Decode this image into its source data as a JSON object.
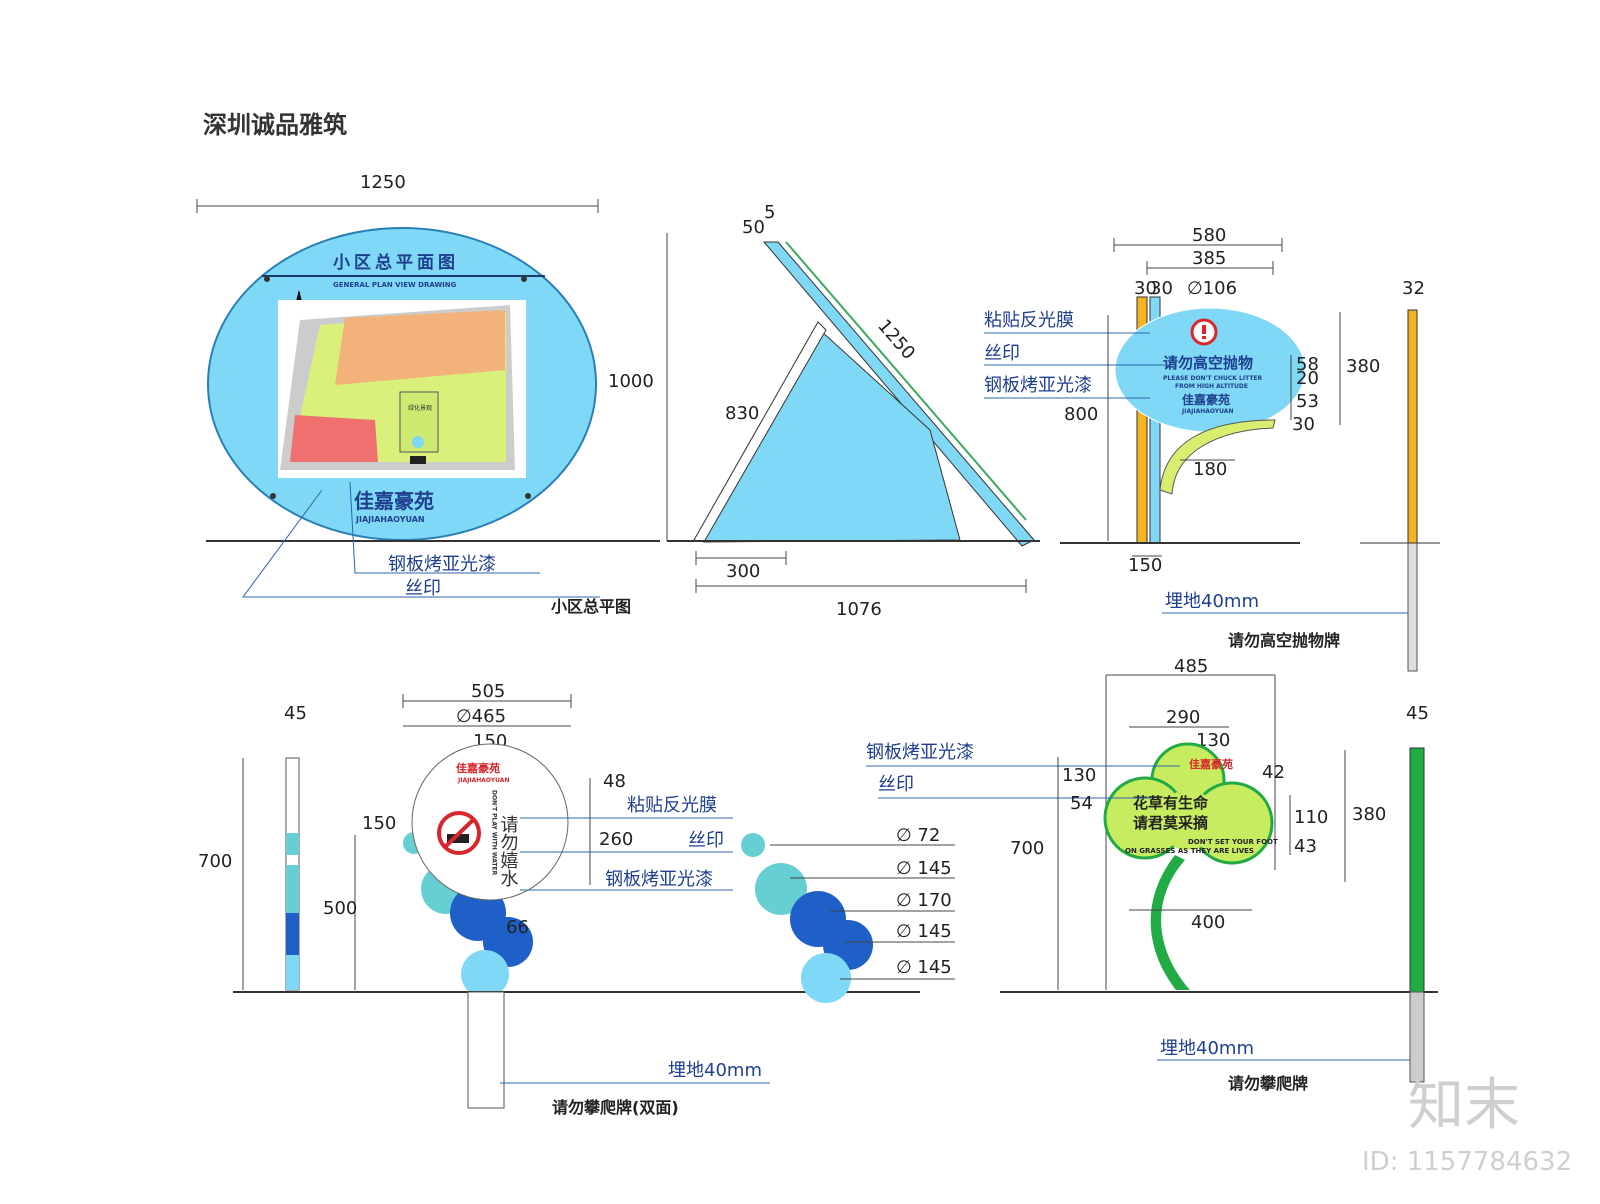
{
  "page_title": "深圳诚品雅筑",
  "colors": {
    "sky": "#7fd8f5",
    "blue": "#1e5fc8",
    "teal": "#66cfd4",
    "orange": "#f4a840",
    "yellow": "#f4b320",
    "green": "#22aa44",
    "lime": "#c8ec60",
    "red": "#d9262c",
    "label_blue": "#1f3f8f"
  },
  "icons": [
    "compass-icon",
    "warning-icon",
    "no-fishing-icon"
  ],
  "board1": {
    "caption": "小区总平图",
    "sign_title": "小区总平面图",
    "sign_subtitle": "GENERAL PLAN VIEW DRAWING",
    "brand_cn": "佳嘉豪苑",
    "brand_en": "JIAJIAHAOYUAN",
    "dims": {
      "width": "1250",
      "height": "1000",
      "depth_50": "50",
      "depth_5": "5",
      "leg": "830",
      "diag": "1250",
      "base": "300",
      "footprint": "1076"
    },
    "callouts": [
      "钢板烤亚光漆",
      "丝印"
    ]
  },
  "board2": {
    "caption": "请勿高空抛物牌",
    "sign_text": "请勿高空抛物",
    "sign_en_1": "PLEASE DON'T CHUCK LITTER",
    "sign_en_2": "FROM HIGH ALTITUDE",
    "brand_cn": "佳嘉豪苑",
    "brand_en": "JIAJIAHAOYUAN",
    "callouts": [
      "粘贴反光膜",
      "丝印",
      "钢板烤亚光漆"
    ],
    "bury": "埋地40mm",
    "dims": {
      "w580": "580",
      "w385": "385",
      "dia": "∅106",
      "p1": "30",
      "p2": "30",
      "h800": "800",
      "d58": "58",
      "d20": "20",
      "d53": "53",
      "d30": "30",
      "w180": "180",
      "h380": "380",
      "w150": "150",
      "w32": "32"
    }
  },
  "board3": {
    "caption": "请勿攀爬牌(双面)",
    "brand_cn": "佳嘉豪苑",
    "brand_en": "JIAJIAHAOYUAN",
    "sign_text": "请勿嬉水",
    "sign_en": "DON'T PLAY WITH WATER",
    "callouts": [
      "粘贴反光膜",
      "丝印",
      "钢板烤亚光漆"
    ],
    "bury": "埋地40mm",
    "dims": {
      "w45": "45",
      "h700": "700",
      "w505": "505",
      "dia465": "∅465",
      "w150": "150",
      "h48": "48",
      "h150": "150",
      "h260": "260",
      "h500": "500",
      "d66": "66"
    },
    "circle_dias": [
      "∅ 72",
      "∅ 145",
      "∅ 170",
      "∅ 145",
      "∅ 145"
    ]
  },
  "board4": {
    "caption": "请勿攀爬牌",
    "brand_cn": "佳嘉豪苑",
    "sign_text_1": "花草有生命",
    "sign_text_2": "请君莫采摘",
    "sign_en_1": "DON'T SET YOUR FOOT",
    "sign_en_2": "ON GRASSES AS THEY ARE LIVES",
    "callouts": [
      "钢板烤亚光漆",
      "丝印"
    ],
    "bury": "埋地40mm",
    "dims": {
      "w485": "485",
      "w290": "290",
      "w130": "130",
      "h130": "130",
      "h42": "42",
      "h54": "54",
      "h110": "110",
      "h43": "43",
      "h380": "380",
      "h700": "700",
      "w400": "400",
      "w45": "45"
    }
  },
  "watermark": {
    "logo": "知末",
    "id": "ID: 1157784632"
  }
}
